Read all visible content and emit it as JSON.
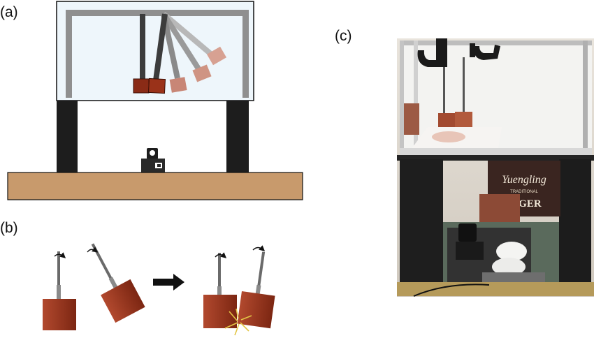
{
  "labels": {
    "a": "(a)",
    "b": "(b)",
    "c": "(c)"
  },
  "photo_text": {
    "brand": "Yuengling",
    "beer_type": "LAGER",
    "tagline": "TRADITIONAL"
  },
  "colors": {
    "brick_dark": "#8a2b16",
    "brick_light": "#d7a192",
    "brick_gradient_start": "#b2492e",
    "brick_gradient_end": "#7c2612",
    "frame_gray": "#8f8f8f",
    "rod_dark": "#3c3c3c",
    "tank_fill": "#eef6fb",
    "base_wood": "#c89a6c",
    "leg_black": "#1d1d1d",
    "spark_yellow": "#e2c545",
    "arrow_black": "#111111"
  },
  "icons": {
    "rotation": "clockwise-arrow-icon",
    "step": "right-arrow-icon",
    "camera": "camera-icon"
  }
}
